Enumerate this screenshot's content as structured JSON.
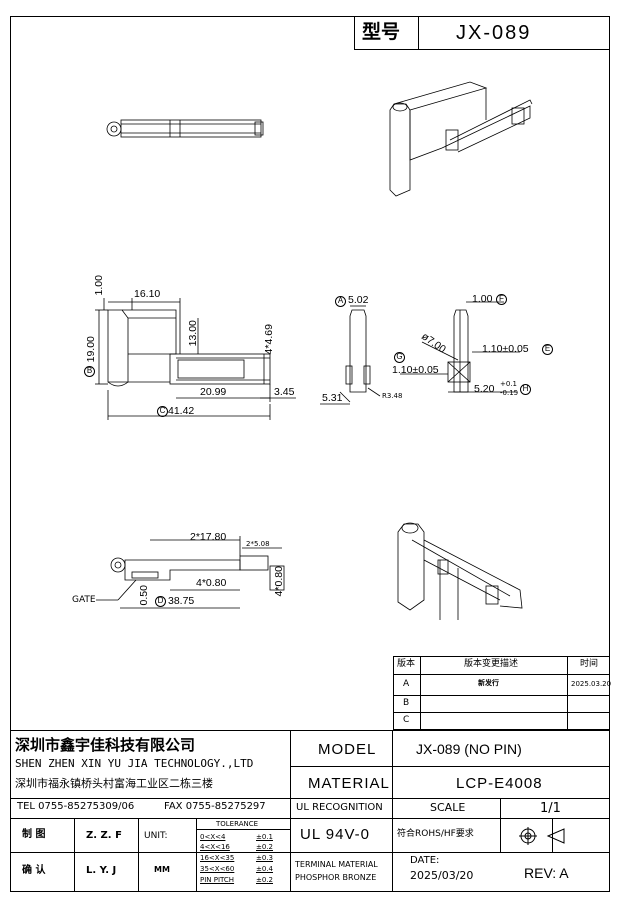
{
  "header": {
    "model_label": "型号",
    "model_value": "JX-089"
  },
  "dims": {
    "d1_00": "1.00",
    "d16_10": "16.10",
    "d13_00": "13.00",
    "d19_00": "19.00",
    "d19_tag": "B",
    "d4x4_69": "4*4.69",
    "d20_99": "20.99",
    "d3_45": "3.45",
    "d41_42": "41.42",
    "d41_tag": "C",
    "a_tag": "A",
    "d5_02": "5.02",
    "d5_31": "5.31",
    "r3_48": "R3.48",
    "d1_00e": "1.00",
    "e_tag": "F",
    "d7_00": "ø7.00",
    "d1_10e": "1.10±0.05",
    "e2_tag": "E",
    "g_tag": "G",
    "d1_10g": "1.10±0.05",
    "d5_20": "5.20",
    "d5_20_tol_up": "+0.1",
    "d5_20_tol_dn": "-0.15",
    "h_tag": "H",
    "d2x17_80": "2*17.80",
    "d2x5_08": "2*5.08",
    "d4x0_80a": "4*0.80",
    "d4x0_80b": "4*0.80",
    "d0_50": "0.50",
    "d38_75": "38.75",
    "d_tag": "D",
    "gate": "GATE"
  },
  "revision": {
    "headers": [
      "版本",
      "版本变更描述",
      "时间"
    ],
    "rows": [
      {
        "ver": "A",
        "desc": "新发行",
        "date": "2025.03.20"
      },
      {
        "ver": "B",
        "desc": "",
        "date": ""
      },
      {
        "ver": "C",
        "desc": "",
        "date": ""
      }
    ]
  },
  "company": {
    "name_cn": "深圳市鑫宇佳科技有限公司",
    "name_en": "SHEN ZHEN XIN YU JIA TECHNOLOGY.,LTD",
    "address": "深圳市福永镇桥头村富海工业区二栋三楼",
    "tel": "TEL 0755-85275309/06",
    "fax": "FAX 0755-85275297"
  },
  "titleblock": {
    "model_label": "MODEL",
    "model_value": "JX-089 (NO PIN)",
    "material_label": "MATERIAL",
    "material_value": "LCP-E4008",
    "ul_label": "UL RECOGNITION",
    "scale_label": "SCALE",
    "scale_value": "1/1",
    "ul_value": "UL 94V-0",
    "rohs": "符合ROHS/HF要求",
    "terminal_material": "TERMINAL MATERIAL",
    "terminal_value": "PHOSPHOR BRONZE",
    "date_label": "DATE:",
    "date_value": "2025/03/20",
    "rev": "REV: A",
    "drawn_label": "制 图",
    "drawn_value": "Z. Z. F",
    "check_label": "确 认",
    "check_value": "L. Y. J",
    "unit_label": "UNIT:",
    "unit_value": "MM",
    "tolerance": {
      "title": "TOLERANCE",
      "rows": [
        {
          "range": "0<X<4",
          "tol": "±0.1"
        },
        {
          "range": "4<X<16",
          "tol": "±0.2"
        },
        {
          "range": "16<X<35",
          "tol": "±0.3"
        },
        {
          "range": "35<X<60",
          "tol": "±0.4"
        },
        {
          "range": "PIN PITCH",
          "tol": "±0.2"
        }
      ]
    }
  }
}
